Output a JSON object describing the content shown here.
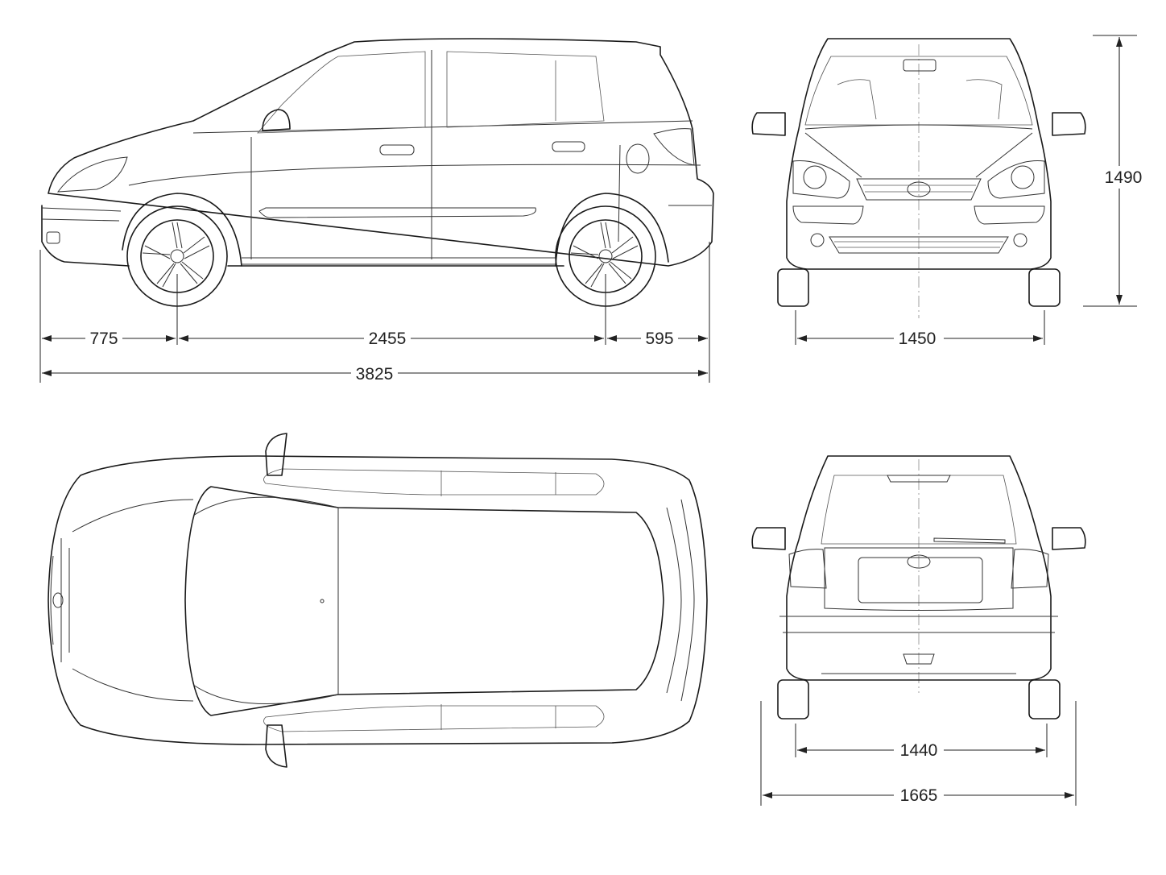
{
  "dimensions": {
    "front_overhang": "775",
    "wheelbase": "2455",
    "rear_overhang": "595",
    "overall_length": "3825",
    "overall_height": "1490",
    "front_track": "1450",
    "rear_track": "1440",
    "overall_width": "1665"
  },
  "colors": {
    "line": "#1a1a1a",
    "background": "#ffffff"
  },
  "icons": {
    "logo": "hyundai-logo-icon"
  }
}
